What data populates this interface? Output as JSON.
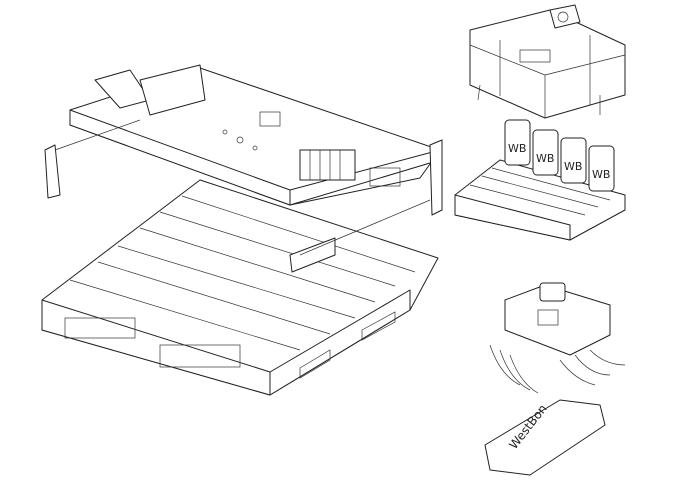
{
  "drawings": {
    "main": {
      "name": "pallet-with-gripper-frame"
    },
    "top_right": {
      "name": "gripper-frame"
    },
    "middle_right": {
      "name": "pallet-with-canisters",
      "canister_labels": [
        "WB",
        "WB",
        "WB",
        "WB"
      ]
    },
    "bottom_right": {
      "name": "bag-gripper",
      "bag_label": "WestBon"
    }
  },
  "colors": {
    "line": "#222222",
    "background": "#ffffff"
  }
}
